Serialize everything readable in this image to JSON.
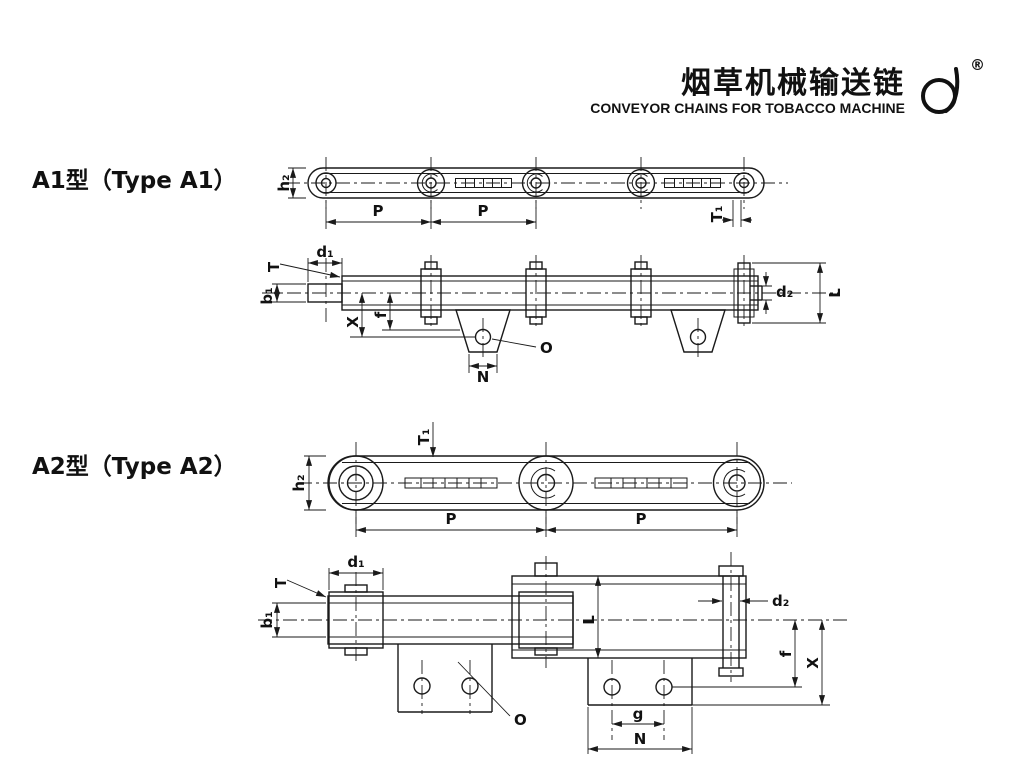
{
  "header": {
    "title_cn": "烟草机械输送链",
    "title_en": "CONVEYOR CHAINS FOR TOBACCO MACHINE",
    "registered_mark": "®"
  },
  "sections": {
    "a1": {
      "label": "A1型（Type A1）",
      "plan": {
        "h2": "h₂",
        "p_left": "P",
        "p_right": "P",
        "t1": "T₁"
      },
      "side": {
        "d1": "d₁",
        "t": "T",
        "b1": "b₁",
        "x": "X",
        "f": "f",
        "o": "O",
        "n": "N",
        "d2": "d₂",
        "l": "L"
      }
    },
    "a2": {
      "label": "A2型（Type A2）",
      "plan": {
        "t1": "T₁",
        "h2": "h₂",
        "p_left": "P",
        "p_right": "P"
      },
      "side": {
        "d1": "d₁",
        "t": "T",
        "b1": "b₁",
        "l": "L",
        "d2": "d₂",
        "f": "f",
        "x": "X",
        "o": "O",
        "g": "g",
        "n": "N"
      }
    }
  },
  "colors": {
    "ink": "#1a1a1a",
    "background": "#ffffff"
  }
}
